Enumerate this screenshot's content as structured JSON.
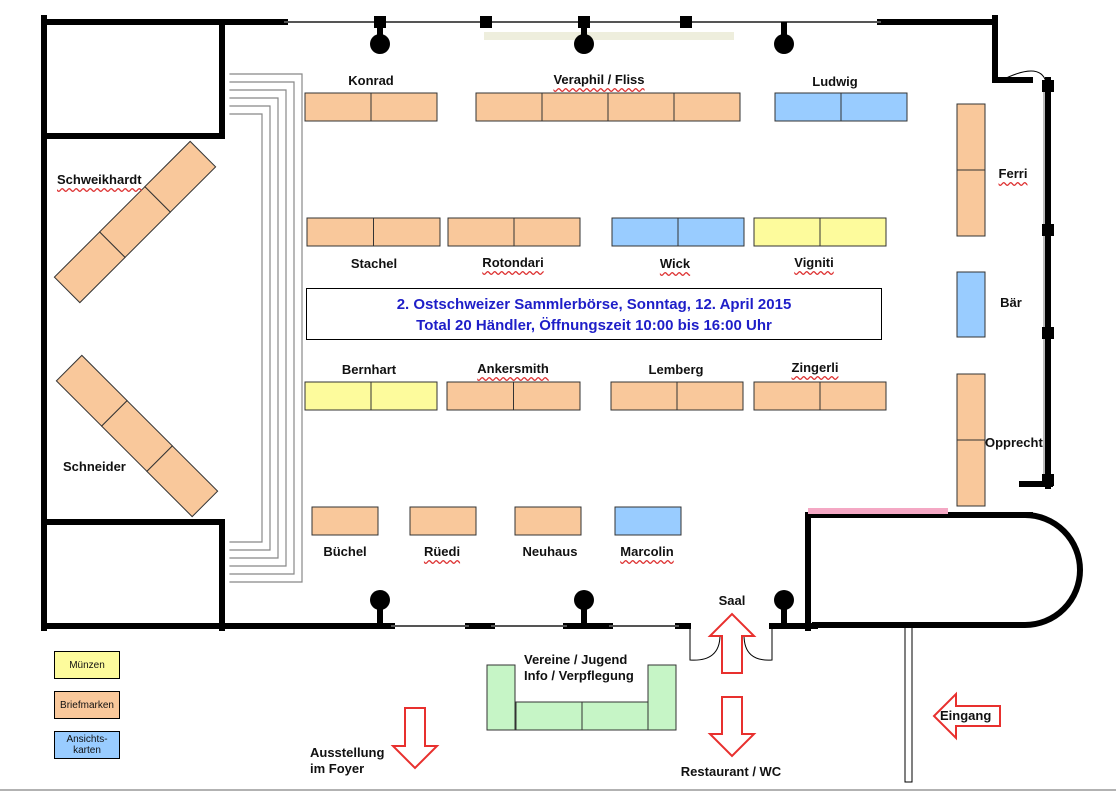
{
  "title": {
    "line1": "2. Ostschweizer Sammlerbörse, Sonntag, 12. April 2015",
    "line2": "Total 20 Händler, Öffnungszeit 10:00 bis 16:00 Uhr"
  },
  "colors": {
    "briefmarken": "#f9c89b",
    "muenzen": "#fdfb9c",
    "ansichtskarten": "#99ccff",
    "vereine": "#c6f5c6",
    "wall": "#000000",
    "arrow": "#e8302e",
    "door_pink": "#f4a8c4"
  },
  "vendors": [
    {
      "name": "Konrad",
      "category": "briefmarken"
    },
    {
      "name": "Veraphil / Fliss",
      "category": "briefmarken"
    },
    {
      "name": "Ludwig",
      "category": "ansichtskarten"
    },
    {
      "name": "Ferri",
      "category": "briefmarken"
    },
    {
      "name": "Schweikhardt",
      "category": "briefmarken"
    },
    {
      "name": "Stachel",
      "category": "briefmarken"
    },
    {
      "name": "Rotondari",
      "category": "briefmarken"
    },
    {
      "name": "Wick",
      "category": "ansichtskarten"
    },
    {
      "name": "Vigniti",
      "category": "muenzen"
    },
    {
      "name": "Bär",
      "category": "ansichtskarten"
    },
    {
      "name": "Bernhart",
      "category": "muenzen"
    },
    {
      "name": "Ankersmith",
      "category": "briefmarken"
    },
    {
      "name": "Lemberg",
      "category": "briefmarken"
    },
    {
      "name": "Zingerli",
      "category": "briefmarken"
    },
    {
      "name": "Opprecht",
      "category": "briefmarken"
    },
    {
      "name": "Schneider",
      "category": "briefmarken"
    },
    {
      "name": "Büchel",
      "category": "briefmarken"
    },
    {
      "name": "Rüedi",
      "category": "briefmarken"
    },
    {
      "name": "Neuhaus",
      "category": "briefmarken"
    },
    {
      "name": "Marcolin",
      "category": "ansichtskarten"
    }
  ],
  "legend": {
    "muenzen": "Münzen",
    "briefmarken": "Briefmarken",
    "ansichtskarten": "Ansichts-\nkarten"
  },
  "places": {
    "vereine": "Vereine / Jugend\nInfo / Verpflegung",
    "saal": "Saal",
    "eingang": "Eingang",
    "ausstellung": "Ausstellung\nim Foyer",
    "restaurant": "Restaurant / WC"
  }
}
